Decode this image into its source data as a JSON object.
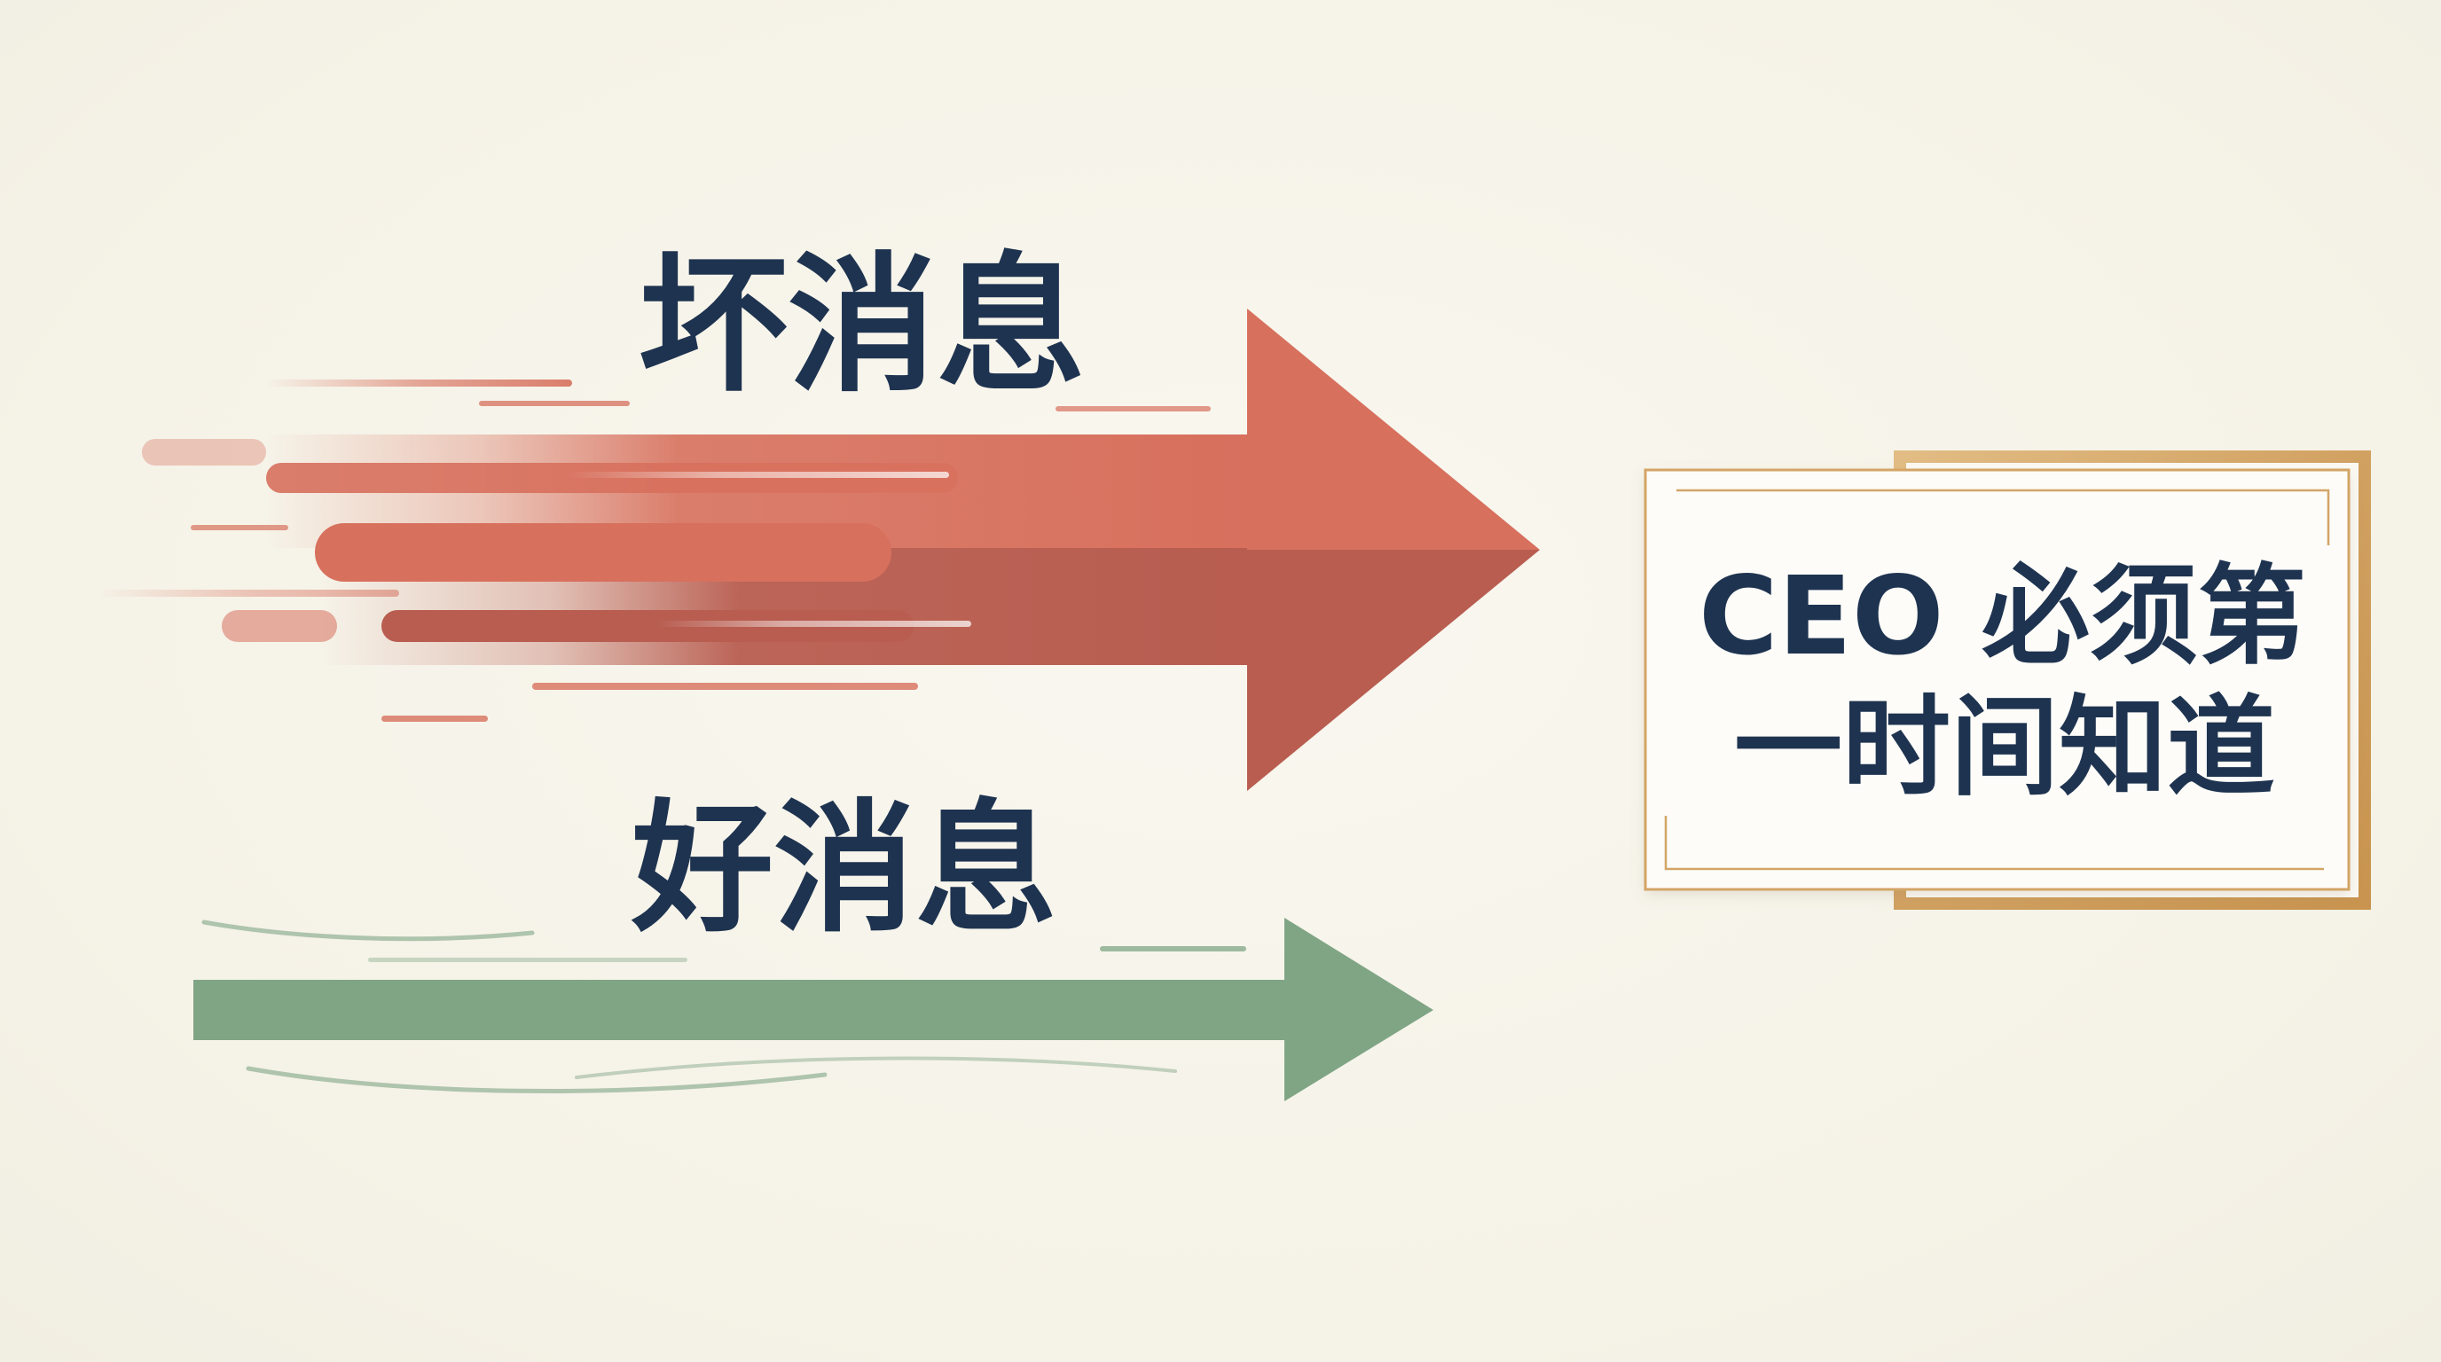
{
  "bad_news": {
    "label": "坏消息",
    "color": "#d7705d"
  },
  "good_news": {
    "label": "好消息",
    "color": "#7fa585"
  },
  "ceo_box": {
    "line1": "CEO 必须第",
    "line2": "一时间知道",
    "frame_color": "#d3a566",
    "text_color": "#1e3350"
  }
}
